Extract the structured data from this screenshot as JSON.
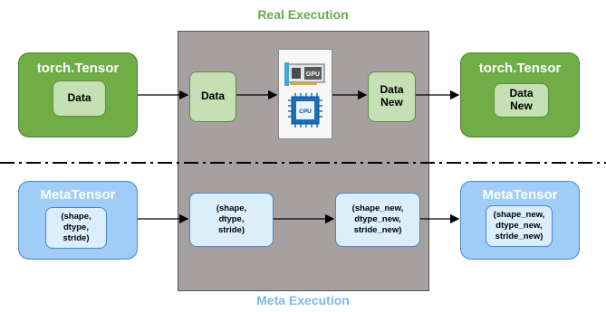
{
  "titles": {
    "real": "Real Execution",
    "meta": "Meta Execution"
  },
  "real": {
    "left_outer": "torch.Tensor",
    "left_inner": "Data",
    "mid_in": "Data",
    "mid_out": "Data\nNew",
    "right_outer": "torch.Tensor",
    "right_inner": "Data\nNew"
  },
  "meta": {
    "left_outer": "MetaTensor",
    "left_inner": "(shape,\ndtype,\nstride)",
    "mid_in": "(shape,\ndtype,\nstride)",
    "mid_out": "(shape_new,\ndtype_new,\nstride_new)",
    "right_outer": "MetaTensor",
    "right_inner": "(shape_new,\ndtype_new,\nstride_new)"
  },
  "devices": {
    "gpu_label": "GPU",
    "cpu_label": "CPU"
  },
  "colors": {
    "real_accent": "#6aa84f",
    "meta_accent": "#7fb7e8",
    "exec_bg": "#a6a0a0"
  }
}
